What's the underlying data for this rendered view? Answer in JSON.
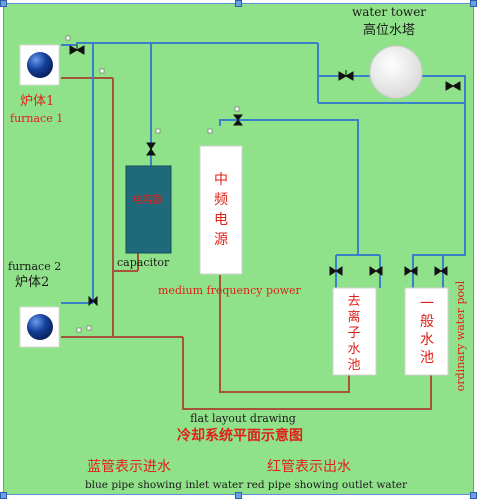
{
  "labels": {
    "water_tower_en": "water tower",
    "water_tower_zh": "高位水塔",
    "furnace1_zh": "炉体1",
    "furnace1_en": "furnace 1",
    "furnace2_en": "furnace 2",
    "furnace2_zh": "炉体2",
    "capacitor_zh": "电容器",
    "capacitor_en": "capacitor",
    "power_zh": [
      "中",
      "频",
      "电",
      "源"
    ],
    "power_en": "medium frequency power",
    "deion_pool_zh": [
      "去",
      "离",
      "子",
      "水",
      "池"
    ],
    "ordinary_pool_zh": [
      "一",
      "般",
      "水",
      "池"
    ],
    "ordinary_pool_en": "ordinary water pool",
    "layout_en": "flat layout drawing",
    "title_zh": "冷却系统平面示意图",
    "legend_blue_zh": "蓝管表示进水",
    "legend_red_zh": "红管表示出水",
    "legend_en": "blue pipe showing inlet water red pipe showing outlet water"
  },
  "colors": {
    "background": "#90e28a",
    "blue_pipe": "#3a80c8",
    "red_pipe": "#a4543a",
    "label_red": "#e0201a",
    "label_dark": "#1a1a1a",
    "capacitor_fill": "#1f6a7a",
    "tower_fill": "#f2f2f2",
    "furnace_ball": "#0f3f9a",
    "valve": "#111111"
  }
}
